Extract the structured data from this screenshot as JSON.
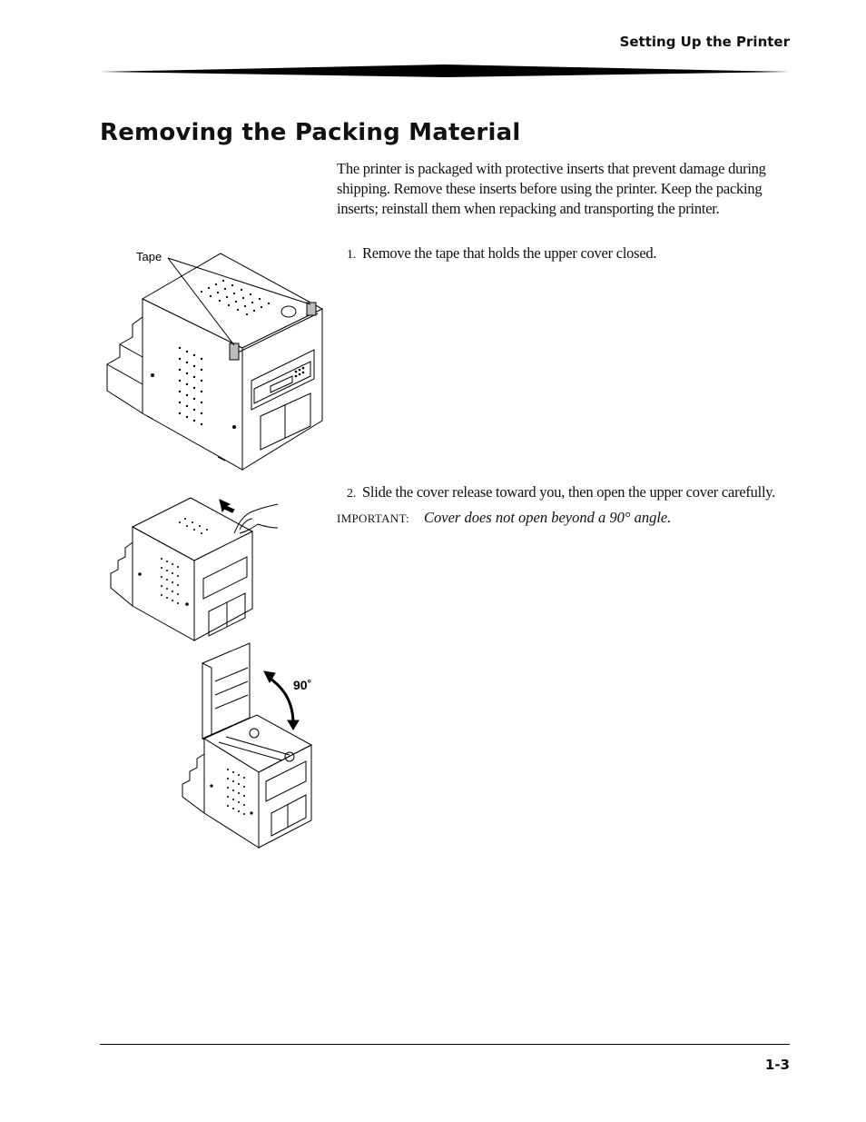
{
  "header": {
    "running_title": "Setting Up the Printer"
  },
  "page": {
    "title": "Removing the Packing Material",
    "intro": "The printer is packaged with protective inserts that prevent damage during shipping. Remove these inserts before using the printer. Keep the packing inserts; reinstall them when repacking and transporting the printer."
  },
  "steps": [
    {
      "number": "1.",
      "text": "Remove the tape that holds the upper cover closed."
    },
    {
      "number": "2.",
      "text": "Slide the cover release toward you, then open the upper cover carefully."
    }
  ],
  "important": {
    "label": "IMPORTANT:",
    "text": "Cover does not open beyond a 90° angle."
  },
  "figures": {
    "tape_label": "Tape",
    "angle_label": "90˚"
  },
  "footer": {
    "page_number": "1-3"
  }
}
